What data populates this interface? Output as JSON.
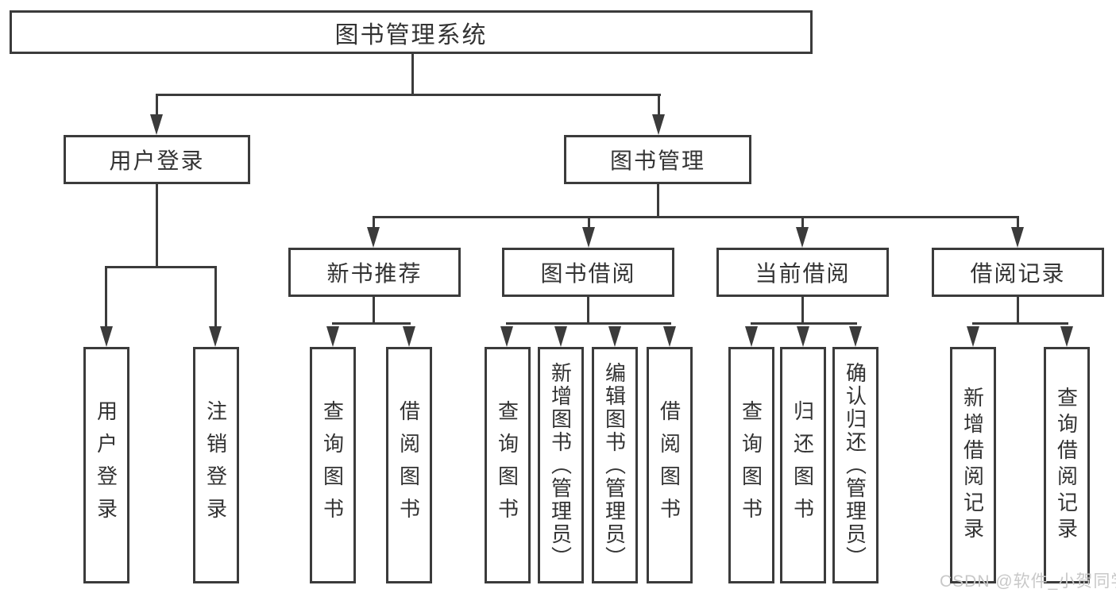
{
  "diagram": {
    "root": {
      "label": "图书管理系统"
    },
    "branches": [
      {
        "label": "用户登录",
        "children": [
          {
            "label": "用户登录"
          },
          {
            "label": "注销登录"
          }
        ]
      },
      {
        "label": "图书管理",
        "children": [
          {
            "label": "新书推荐",
            "children": [
              {
                "label": "查询图书"
              },
              {
                "label": "借阅图书"
              }
            ]
          },
          {
            "label": "图书借阅",
            "children": [
              {
                "label": "查询图书"
              },
              {
                "label": "新增图书（管理员）"
              },
              {
                "label": "编辑图书（管理员）"
              },
              {
                "label": "借阅图书"
              }
            ]
          },
          {
            "label": "当前借阅",
            "children": [
              {
                "label": "查询图书"
              },
              {
                "label": "归还图书"
              },
              {
                "label": "确认归还（管理员）"
              }
            ]
          },
          {
            "label": "借阅记录",
            "children": [
              {
                "label": "新增借阅记录"
              },
              {
                "label": "查询借阅记录"
              }
            ]
          }
        ]
      }
    ]
  },
  "colors": {
    "line": "#3b3b3b",
    "text": "#333333",
    "watermark": "#c8c8c8"
  },
  "watermark": {
    "text": "CSDN @软件_小贺同学"
  }
}
